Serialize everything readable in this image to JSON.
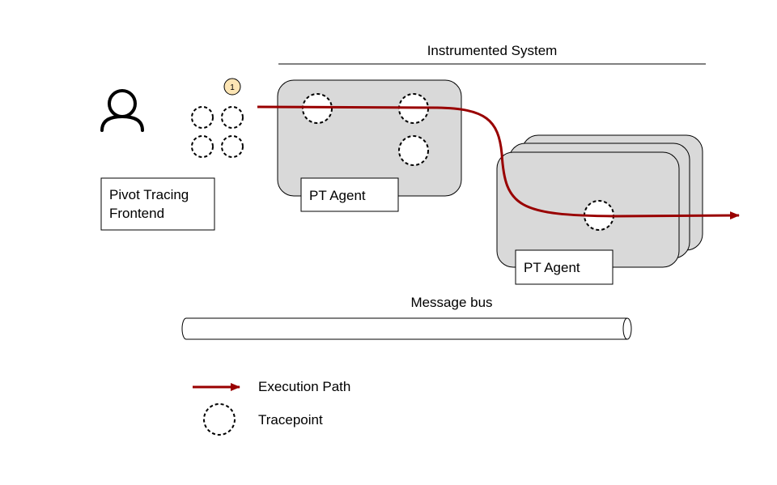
{
  "title": "Instrumented System",
  "frontend_label_line1": "Pivot Tracing",
  "frontend_label_line2": "Frontend",
  "agent1_label": "PT Agent",
  "agent2_label": "PT Agent",
  "step_badge": "1",
  "message_bus_label": "Message bus",
  "legend": {
    "execution_path": "Execution Path",
    "tracepoint": "Tracepoint"
  },
  "colors": {
    "execution_path": "#990000",
    "node_fill": "#d9d9d9",
    "badge_fill": "#fce5b4"
  },
  "icons": {
    "user": "user-icon"
  }
}
